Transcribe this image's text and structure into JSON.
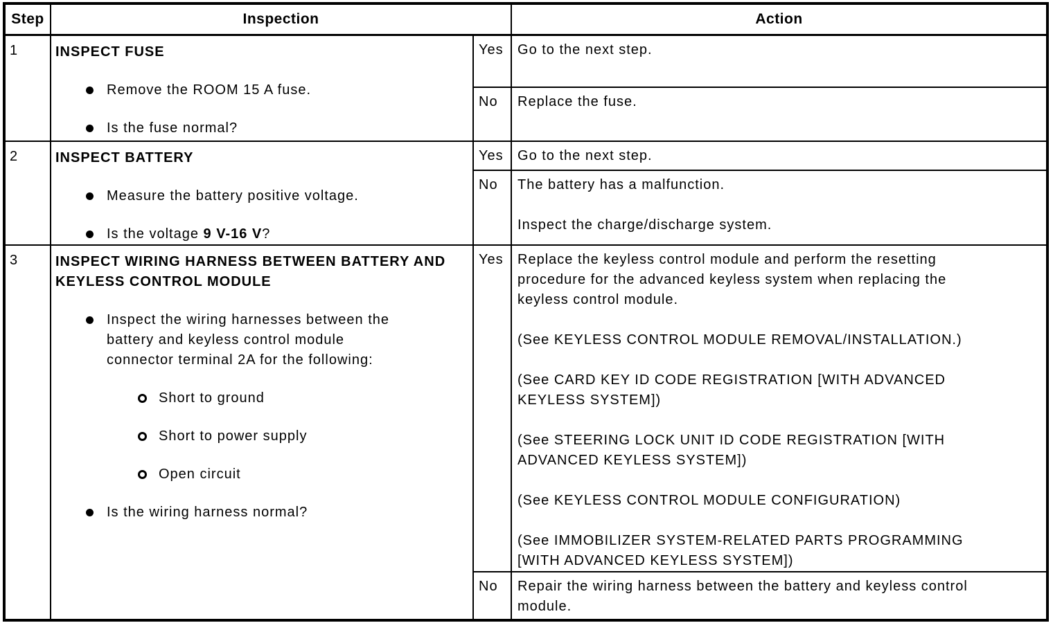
{
  "colors": {
    "text": "#000000",
    "background": "#ffffff",
    "border": "#000000"
  },
  "table": {
    "headers": {
      "step": "Step",
      "inspection": "Inspection",
      "action": "Action"
    },
    "rows": [
      {
        "step": "1",
        "inspection": {
          "title": "INSPECT FUSE",
          "items": [
            {
              "type": "bullet",
              "parts": [
                {
                  "t": "Remove the ROOM 15 A fuse."
                }
              ]
            },
            {
              "type": "bullet",
              "parts": [
                {
                  "t": "Is the fuse normal?"
                }
              ]
            }
          ]
        },
        "branches": [
          {
            "label": "Yes",
            "paragraphs": [
              "Go to the next step."
            ]
          },
          {
            "label": "No",
            "paragraphs": [
              "Replace the fuse."
            ]
          }
        ]
      },
      {
        "step": "2",
        "inspection": {
          "title": "INSPECT BATTERY",
          "items": [
            {
              "type": "bullet",
              "parts": [
                {
                  "t": "Measure the battery positive voltage."
                }
              ]
            },
            {
              "type": "bullet",
              "parts": [
                {
                  "t": "Is the voltage "
                },
                {
                  "t": "9 V-16 V",
                  "b": true
                },
                {
                  "t": "?"
                }
              ]
            }
          ]
        },
        "branches": [
          {
            "label": "Yes",
            "paragraphs": [
              "Go to the next step."
            ]
          },
          {
            "label": "No",
            "paragraphs": [
              "The battery has a malfunction.",
              "Inspect the charge/discharge system."
            ]
          }
        ]
      },
      {
        "step": "3",
        "inspection": {
          "title": "INSPECT WIRING HARNESS BETWEEN BATTERY AND KEYLESS CONTROL MODULE",
          "items": [
            {
              "type": "bullet",
              "parts": [
                {
                  "t": "Inspect the wiring harnesses between the battery and keyless control module connector terminal 2A for the following:"
                }
              ]
            },
            {
              "type": "sub",
              "parts": [
                {
                  "t": "Short to ground"
                }
              ]
            },
            {
              "type": "sub",
              "parts": [
                {
                  "t": "Short to power supply"
                }
              ]
            },
            {
              "type": "sub",
              "parts": [
                {
                  "t": "Open circuit"
                }
              ]
            },
            {
              "type": "bullet",
              "parts": [
                {
                  "t": "Is the wiring harness normal?"
                }
              ]
            }
          ]
        },
        "branches": [
          {
            "label": "Yes",
            "paragraphs": [
              "Replace the keyless control module and perform the resetting procedure for the advanced keyless system when replacing the keyless control module.",
              "(See KEYLESS CONTROL MODULE REMOVAL/INSTALLATION.)",
              "(See CARD KEY ID CODE REGISTRATION [WITH ADVANCED KEYLESS SYSTEM])",
              "(See STEERING LOCK UNIT ID CODE REGISTRATION [WITH ADVANCED KEYLESS SYSTEM])",
              "(See KEYLESS CONTROL MODULE CONFIGURATION)",
              "(See IMMOBILIZER SYSTEM-RELATED PARTS PROGRAMMING [WITH ADVANCED KEYLESS SYSTEM])"
            ]
          },
          {
            "label": "No",
            "paragraphs": [
              "Repair the wiring harness between the battery and keyless control module."
            ]
          }
        ]
      }
    ]
  }
}
